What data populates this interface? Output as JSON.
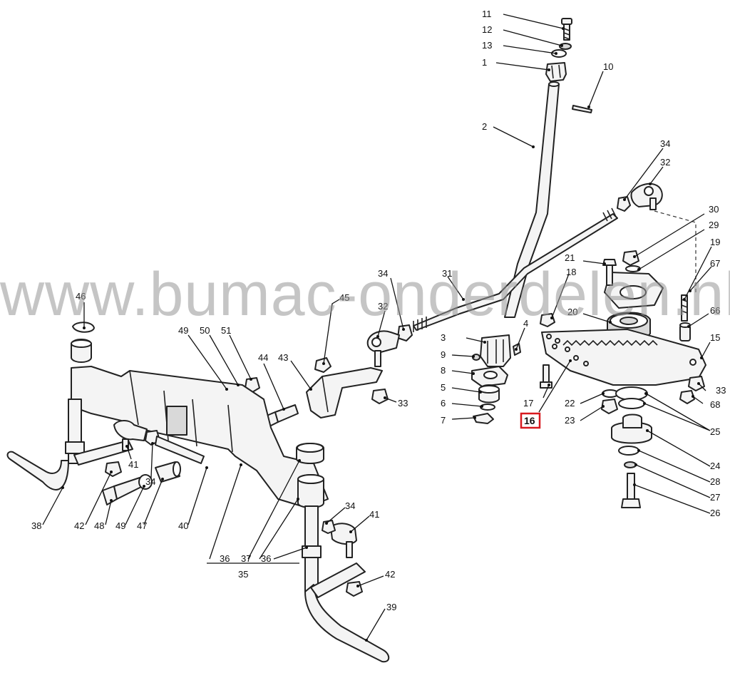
{
  "watermark": "www.bumac-onderdelen.nl",
  "labels": {
    "l1": "1",
    "l2": "2",
    "l3": "3",
    "l4": "4",
    "l5": "5",
    "l6": "6",
    "l7": "7",
    "l8": "8",
    "l9": "9",
    "l10": "10",
    "l11": "11",
    "l12": "12",
    "l13": "13",
    "l15": "15",
    "l16": "16",
    "l17": "17",
    "l18": "18",
    "l19": "19",
    "l20": "20",
    "l21": "21",
    "l22": "22",
    "l23": "23",
    "l24": "24",
    "l25": "25",
    "l26": "26",
    "l27": "27",
    "l28": "28",
    "l29": "29",
    "l30": "30",
    "l31": "31",
    "l32a": "32",
    "l32b": "32",
    "l33a": "33",
    "l33b": "33",
    "l34a": "34",
    "l34b": "34",
    "l34c": "34",
    "l34d": "34",
    "l35": "35",
    "l36a": "36",
    "l36b": "36",
    "l37": "37",
    "l38": "38",
    "l39": "39",
    "l40": "40",
    "l41a": "41",
    "l41b": "41",
    "l42a": "42",
    "l42b": "42",
    "l43": "43",
    "l44": "44",
    "l45": "45",
    "l46": "46",
    "l47": "47",
    "l48": "48",
    "l49a": "49",
    "l49b": "49",
    "l50": "50",
    "l51": "51",
    "l66": "66",
    "l67": "67",
    "l68": "68"
  },
  "highlight_color": "#d7191f"
}
